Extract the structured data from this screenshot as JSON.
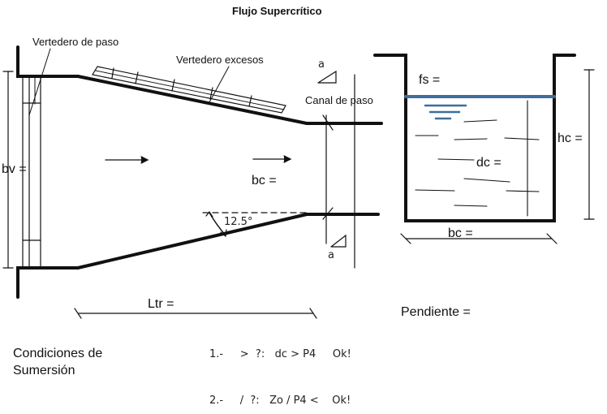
{
  "title": "Flujo Supercrítico",
  "labels": {
    "vertedero_paso": "Vertedero de paso",
    "vertedero_excesos": "Vertedero excesos",
    "canal_paso": "Canal de paso",
    "bv": "bv =",
    "bc_plan": "bc =",
    "angle": "12.5°",
    "a_top": "a",
    "a_bottom": "a",
    "ltr": "Ltr =",
    "fs": "fs =",
    "hc": "hc =",
    "dc": "dc =",
    "bc_section": "bc =",
    "pendiente": "Pendiente ="
  },
  "conditions": {
    "heading": "Condiciones de Sumersión",
    "line1": "1.-     >  ?:   dc > P4     Ok!",
    "line2": "2.-     /  ?:   Zo / P4 <    Ok!"
  },
  "colors": {
    "water_surface": "#3f6d9e",
    "ink": "#111111"
  }
}
